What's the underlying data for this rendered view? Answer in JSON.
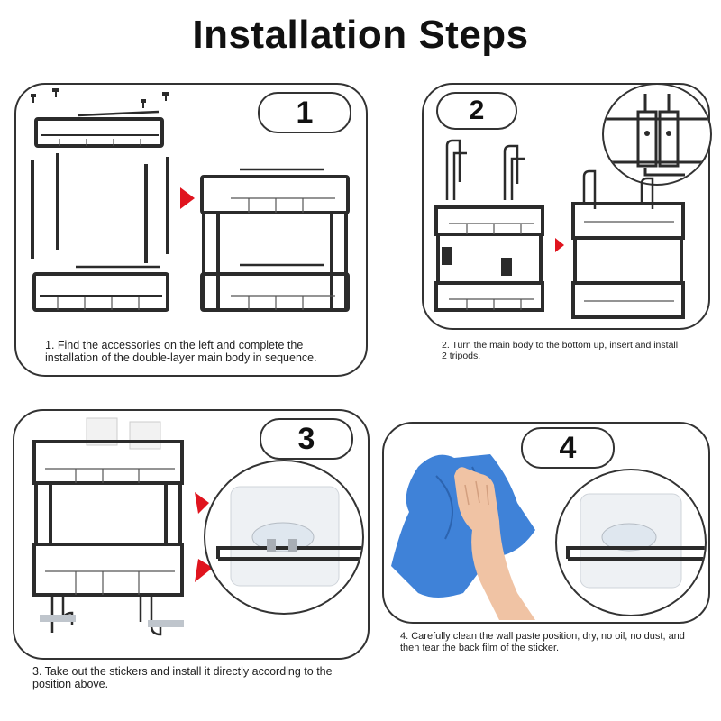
{
  "title": "Installation Steps",
  "steps": [
    {
      "number": "1",
      "caption": "1. Find the accessories on the left and complete the installation of the double-layer main body in sequence."
    },
    {
      "number": "2",
      "caption": "2. Turn the main body to the bottom up, insert and install 2 tripods."
    },
    {
      "number": "3",
      "caption": "3. Take out the stickers and install it directly according to the position above."
    },
    {
      "number": "4",
      "caption": "4. Carefully clean the wall paste position, dry, no oil, no dust, and then tear the back film of the sticker."
    }
  ],
  "colors": {
    "rack": "#2b2b2b",
    "arrow": "#e0141e",
    "towel": "#3f82d8",
    "border": "#333333"
  }
}
